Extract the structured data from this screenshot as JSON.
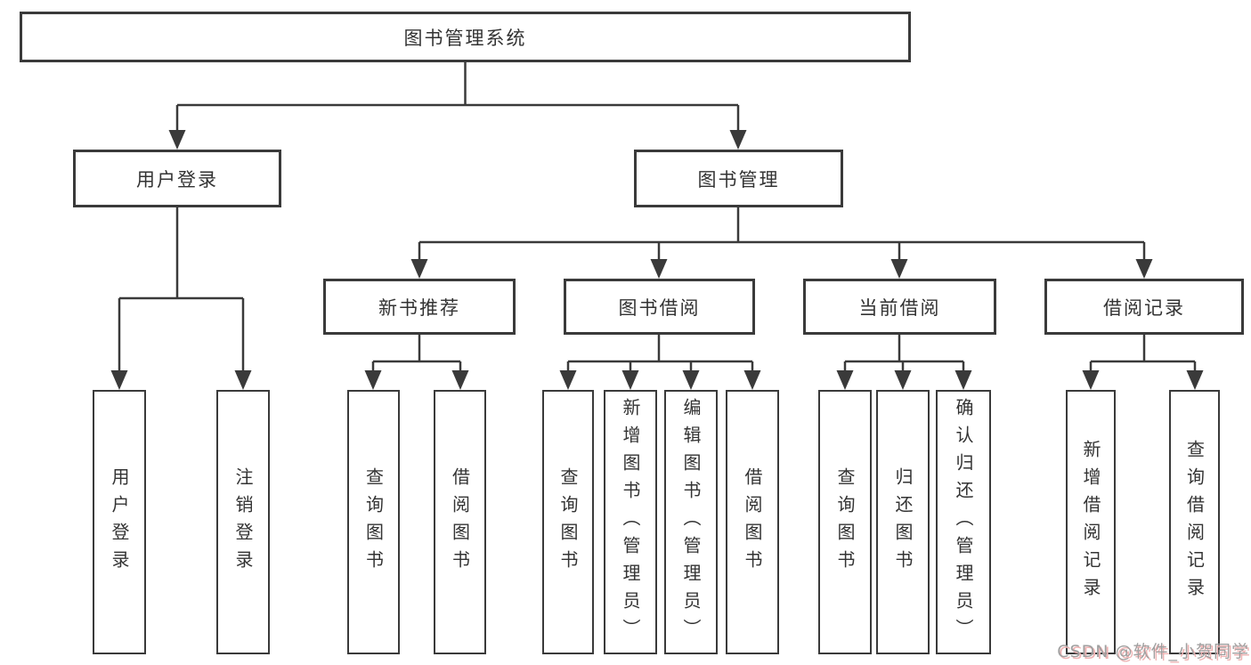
{
  "diagram": {
    "root": {
      "label": "图书管理系统"
    },
    "children": [
      {
        "label": "用户登录",
        "children": [
          {
            "label": "用户登录"
          },
          {
            "label": "注销登录"
          }
        ]
      },
      {
        "label": "图书管理",
        "children": [
          {
            "label": "新书推荐",
            "children": [
              {
                "label": "查询图书"
              },
              {
                "label": "借阅图书"
              }
            ]
          },
          {
            "label": "图书借阅",
            "children": [
              {
                "label": "查询图书"
              },
              {
                "label": "新增图书（管理员）"
              },
              {
                "label": "编辑图书（管理员）"
              },
              {
                "label": "借阅图书"
              }
            ]
          },
          {
            "label": "当前借阅",
            "children": [
              {
                "label": "查询图书"
              },
              {
                "label": "归还图书"
              },
              {
                "label": "确认归还（管理员）"
              }
            ]
          },
          {
            "label": "借阅记录",
            "children": [
              {
                "label": "新增借阅记录"
              },
              {
                "label": "查询借阅记录"
              }
            ]
          }
        ]
      }
    ]
  },
  "watermark": {
    "text": "CSDN @软件_小贺同学"
  },
  "colors": {
    "line": "#3a3a3a",
    "box_border": "#3a3a3a",
    "text": "#333333",
    "background": "#ffffff",
    "watermark_text": "#a0a0a0",
    "watermark_shadow": "#efb3b3"
  }
}
